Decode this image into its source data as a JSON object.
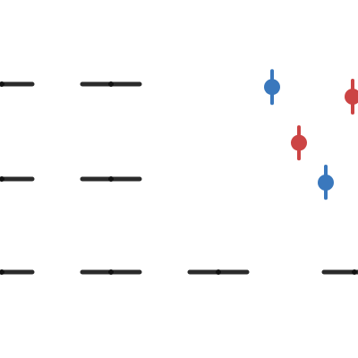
{
  "chart_data": {
    "type": "scatter",
    "title": "",
    "xlabel": "",
    "ylabel": "",
    "xlim": [
      0,
      1
    ],
    "ylim": [
      0,
      1
    ],
    "grid": false,
    "legend": "none",
    "ranges": [
      {
        "y": 0.765,
        "x_start": 0.005,
        "x_end": 0.09,
        "dot": 0.005
      },
      {
        "y": 0.765,
        "x_start": 0.23,
        "x_end": 0.39,
        "dot": 0.31
      },
      {
        "y": 0.5,
        "x_start": 0.005,
        "x_end": 0.09,
        "dot": 0.005
      },
      {
        "y": 0.5,
        "x_start": 0.23,
        "x_end": 0.39,
        "dot": 0.31
      },
      {
        "y": 0.24,
        "x_start": 0.005,
        "x_end": 0.09,
        "dot": 0.005
      },
      {
        "y": 0.24,
        "x_start": 0.23,
        "x_end": 0.39,
        "dot": 0.31
      },
      {
        "y": 0.24,
        "x_start": 0.53,
        "x_end": 0.69,
        "dot": 0.61
      },
      {
        "y": 0.24,
        "x_start": 0.905,
        "x_end": 1.0,
        "dot": 0.99
      }
    ],
    "series": [
      {
        "color": "#3a78bd",
        "points": [
          {
            "x": 0.76,
            "y": 0.757,
            "err_low": 0.712,
            "err_high": 0.802
          },
          {
            "x": 0.91,
            "y": 0.49,
            "err_low": 0.447,
            "err_high": 0.535
          }
        ]
      },
      {
        "color": "#cc4444",
        "points": [
          {
            "x": 0.835,
            "y": 0.601,
            "err_low": 0.557,
            "err_high": 0.645
          },
          {
            "x": 0.985,
            "y": 0.73,
            "err_low": 0.685,
            "err_high": 0.775
          }
        ]
      }
    ]
  }
}
